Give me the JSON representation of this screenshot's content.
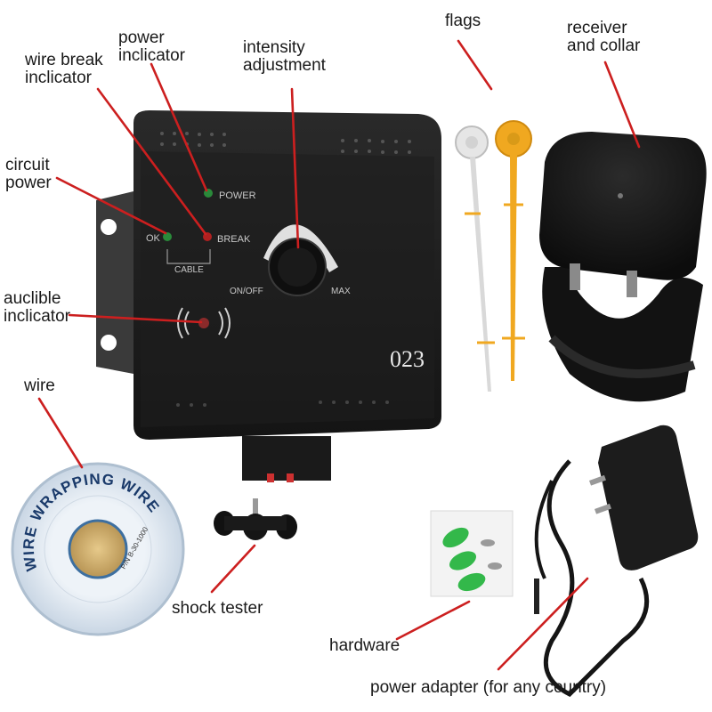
{
  "labels": {
    "power_indicator": "power\ninclicator",
    "wire_break_indicator": "wire break\ninclicator",
    "intensity_adjustment": "intensity\nadjustment",
    "circuit_power": "circuit\npower",
    "audible_indicator": "auclible\ninclicator",
    "flags": "flags",
    "receiver_and_collar": "receiver\nand collar",
    "wire": "wire",
    "shock_tester": "shock tester",
    "hardware": "hardware",
    "power_adapter": "power adapter (for any country)"
  },
  "device": {
    "power_led_label": "POWER",
    "break_led_label": "BREAK",
    "ok_led_label": "OK",
    "cable_label": "CABLE",
    "on_off_label": "ON/OFF",
    "max_label": "MAX",
    "model_number": "023"
  },
  "spool": {
    "brand_text": "WIRE WRAPPING WIRE",
    "part_text": "P/N B-30-1000"
  },
  "colors": {
    "pointer_line": "#cc1f1f",
    "device_body": "#1c1c1c",
    "flag_white": "#e6e6e6",
    "flag_orange": "#f0a820",
    "hardware_green": "#33b84a"
  }
}
